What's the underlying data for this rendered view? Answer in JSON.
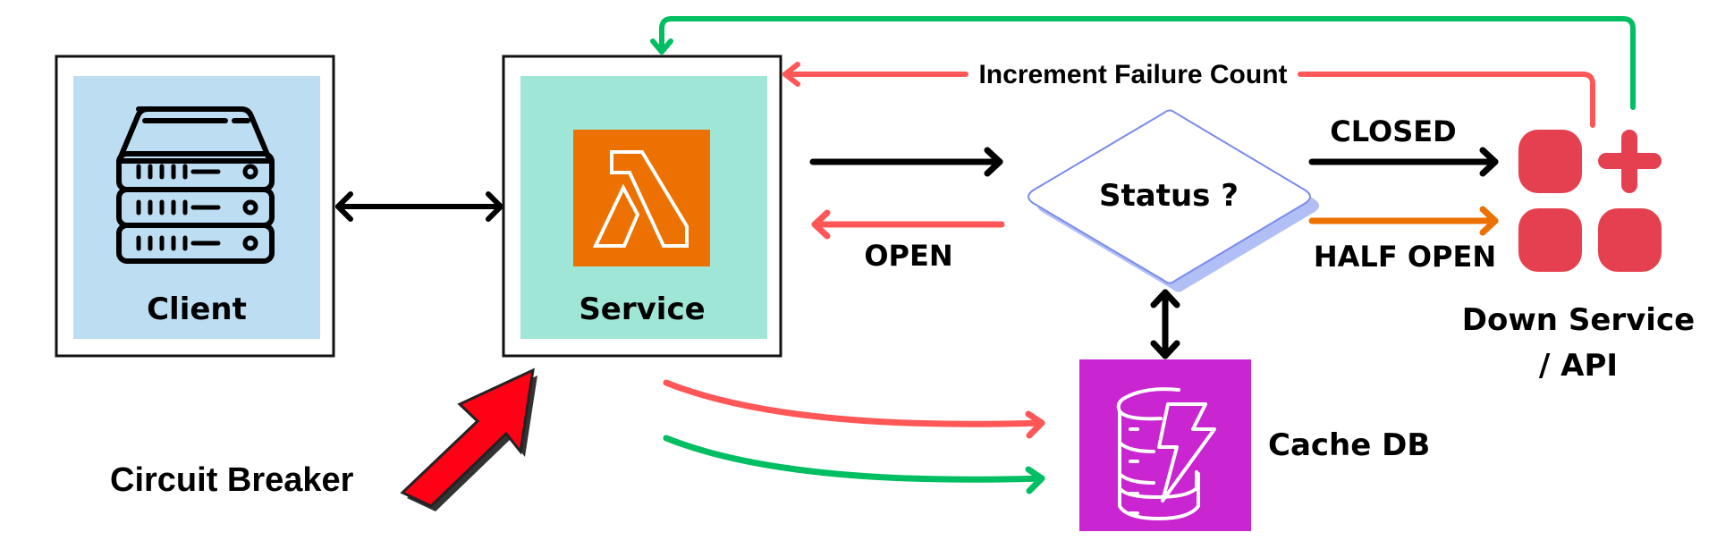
{
  "nodes": {
    "client": {
      "label": "Client",
      "icon": "server-stack-icon"
    },
    "service": {
      "label": "Service",
      "icon": "aws-lambda-icon"
    },
    "status": {
      "label": "Status ?"
    },
    "cache": {
      "label": "Cache DB",
      "icon": "dynamodb-icon"
    },
    "down_service": {
      "label_line1": "Down Service",
      "label_line2": "/ API",
      "icon": "apps-add-icon"
    }
  },
  "edges": {
    "increment_failure": {
      "label": "Increment Failure Count"
    },
    "open": {
      "label": "OPEN"
    },
    "closed": {
      "label": "CLOSED"
    },
    "half_open": {
      "label": "HALF OPEN"
    }
  },
  "annotation": {
    "label": "Circuit Breaker"
  },
  "colors": {
    "client_bg": "#BCDDF2",
    "service_bg": "#9FE6D6",
    "lambda_orange": "#ED7100",
    "dynamo_magenta": "#C925D1",
    "down_red": "#E5404F",
    "arrow_red": "#FF5757",
    "arrow_green": "#00BF63",
    "arrow_orange": "#ED7100",
    "diamond_stroke": "#7B8CEB",
    "diamond_shadow": "#B1BFF7",
    "pointer_red": "#FF0015"
  }
}
